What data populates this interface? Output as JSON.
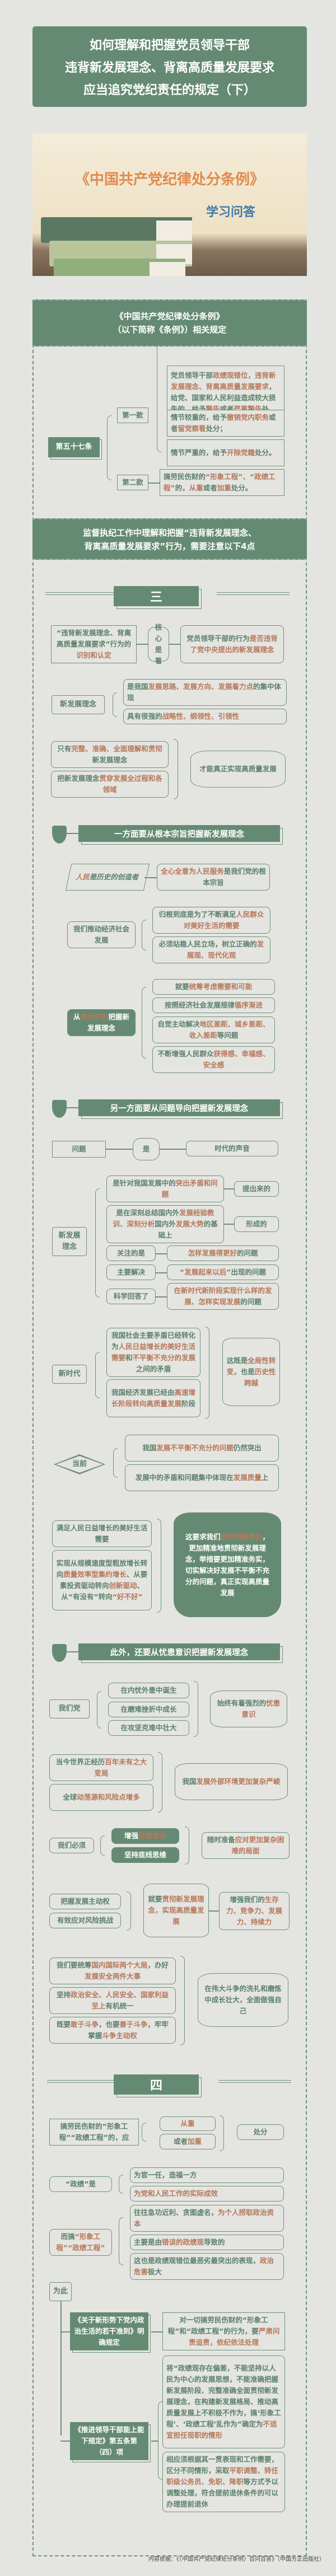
{
  "title": {
    "lines": [
      "如何理解和把握党员领导干部",
      "违背新发展理念、背离高质量发展要求",
      "应当追究党纪责任的规定（下）"
    ]
  },
  "hero": {
    "book_title": "《中国共产党纪律处分条例》",
    "subtitle": "学习问答"
  },
  "section1": {
    "header_line1": "《中国共产党纪律处分条例》",
    "header_line2": "（以下简称《条例》）相关规定",
    "article": "第五十七条",
    "clause1_label": "第一款",
    "clause2_label": "第二款",
    "clause1_items": [
      {
        "parts": [
          [
            "g",
            "党员领导干部"
          ],
          [
            "o",
            "政绩观错位，违背新发展理念、背离高质量发展要求"
          ],
          [
            "g",
            "，给党、国家和人民利益造成较大损失的，给予"
          ],
          [
            "o",
            "警告"
          ],
          [
            "g",
            "或者"
          ],
          [
            "o",
            "严重警告"
          ],
          [
            "g",
            "处分；"
          ]
        ]
      },
      {
        "parts": [
          [
            "g",
            "情节较重的，给予"
          ],
          [
            "o",
            "撤销党内职务"
          ],
          [
            "g",
            "或者"
          ],
          [
            "o",
            "留党察看"
          ],
          [
            "g",
            "处分；"
          ]
        ]
      },
      {
        "parts": [
          [
            "g",
            "情节严重的，给予"
          ],
          [
            "o",
            "开除党籍"
          ],
          [
            "g",
            "处分。"
          ]
        ]
      }
    ],
    "clause2_item": {
      "parts": [
        [
          "g",
          "搞劳民伤财的"
        ],
        [
          "o",
          "“形象工程”、“政绩工程”"
        ],
        [
          "g",
          "的，"
        ],
        [
          "o",
          "从重"
        ],
        [
          "g",
          "或者"
        ],
        [
          "o",
          "加重"
        ],
        [
          "g",
          "处分。"
        ]
      ]
    }
  },
  "section2": {
    "header_line1": "监督执纪工作中理解和把握“违背新发展理念、",
    "header_line2": "背离高质量发展要求”行为，需要注意以下4点",
    "part3": {
      "number": "三",
      "identify_box": {
        "parts": [
          [
            "g",
            "“违背新发展理念、背离高质量发展要求”行为的"
          ],
          [
            "o",
            "识别和认定"
          ]
        ]
      },
      "core_label": "核心是看",
      "core_result": {
        "parts": [
          [
            "g",
            "党员领导干部的行为"
          ],
          [
            "o",
            "是否违背了党中央提出的新发展理念"
          ]
        ]
      },
      "concept_label": "新发展理念",
      "concept_items": [
        {
          "parts": [
            [
              "g",
              "是我国"
            ],
            [
              "o",
              "发展思路、发展方向、发展着力点"
            ],
            [
              "g",
              "的集中体现"
            ]
          ]
        },
        {
          "parts": [
            [
              "g",
              "具有很强的"
            ],
            [
              "o",
              "战略性、纲领性、引领性"
            ]
          ]
        }
      ],
      "condition_items": [
        {
          "parts": [
            [
              "g",
              "只有"
            ],
            [
              "o",
              "完整、准确、全面理解和贯彻"
            ],
            [
              "g",
              "新发展理念"
            ]
          ]
        },
        {
          "parts": [
            [
              "g",
              "把新发展理念"
            ],
            [
              "o",
              "贯穿发展全过程和各领域"
            ]
          ]
        }
      ],
      "condition_result": "才能真正实现高质量发展",
      "banner1": "一方面要从根本宗旨把握新发展理念",
      "people_box": {
        "parts": [
          [
            "o",
            "人民"
          ],
          [
            "g",
            "是历史的创造者"
          ]
        ]
      },
      "purpose_box": {
        "parts": [
          [
            "o",
            "全心全意为人民服务"
          ],
          [
            "g",
            "是我们党的根本宗旨"
          ]
        ]
      },
      "promote_label": "我们推动经济社会发展",
      "promote_items": [
        {
          "parts": [
            [
              "g",
              "归根到底是为了不断满足"
            ],
            [
              "o",
              "人民群众对美好生活的需要"
            ]
          ]
        },
        {
          "parts": [
            [
              "g",
              "必须站稳人民立场，树立正确的"
            ],
            [
              "o",
              "发展观、现代化观"
            ]
          ]
        }
      ],
      "root_label": {
        "parts": [
          [
            "w",
            "从"
          ],
          [
            "o",
            "根本宗旨"
          ],
          [
            "w",
            "把握新发展理念"
          ]
        ]
      },
      "root_items": [
        {
          "parts": [
            [
              "g",
              "就要"
            ],
            [
              "o",
              "统筹考虑需要和可能"
            ]
          ]
        },
        {
          "parts": [
            [
              "g",
              "按照经济社会发展规律"
            ],
            [
              "o",
              "循序渐进"
            ]
          ]
        },
        {
          "parts": [
            [
              "g",
              "自觉主动解决"
            ],
            [
              "o",
              "地区差距、城乡差距、收入差距"
            ],
            [
              "g",
              "等问题"
            ]
          ]
        },
        {
          "parts": [
            [
              "g",
              "不断增强人民群众"
            ],
            [
              "o",
              "获得感、幸福感、安全感"
            ]
          ]
        }
      ],
      "banner2": "另一方面要从问题导向把握新发展理念",
      "problem_label": "问题",
      "problem_is": "是",
      "problem_result": "时代的声音",
      "concept2_label": "新发展理念",
      "concept2_rows": [
        {
          "left": {
            "parts": [
              [
                "g",
                "是针对我国发展中的"
              ],
              [
                "o",
                "突出矛盾和问题"
              ]
            ]
          },
          "right": "提出来的"
        },
        {
          "left": {
            "parts": [
              [
                "g",
                "是在深刻总结国内外"
              ],
              [
                "o",
                "发展经验教训、深刻分析"
              ],
              [
                "g",
                "国内外"
              ],
              [
                "o",
                "发展大势"
              ],
              [
                "g",
                "的基础上"
              ]
            ]
          },
          "right": "形成的"
        },
        {
          "left_label": "关注的是",
          "right_parts": [
            [
              "o",
              "怎样发展得更好"
            ],
            [
              "g",
              "的问题"
            ]
          ]
        },
        {
          "left_label": "主要解决",
          "right_parts": [
            [
              "o",
              "“发展起来以后”"
            ],
            [
              "g",
              "出现的问题"
            ]
          ]
        },
        {
          "left_label": "科学回答了",
          "right_parts": [
            [
              "o",
              "在新时代新阶段实现什么样的发展、怎样实现发展"
            ],
            [
              "g",
              "的问题"
            ]
          ]
        }
      ],
      "era_label": "新时代",
      "era_items": [
        {
          "parts": [
            [
              "g",
              "我国社会主要矛盾已经转化为"
            ],
            [
              "o",
              "人民日益增长的美好生活需要"
            ],
            [
              "g",
              "和"
            ],
            [
              "o",
              "不平衡不充分的发展"
            ],
            [
              "g",
              "之间的矛盾"
            ]
          ]
        },
        {
          "parts": [
            [
              "g",
              "我国经济发展已经由"
            ],
            [
              "o",
              "高速增长阶段转向高质量发展"
            ],
            [
              "g",
              "阶段"
            ]
          ]
        }
      ],
      "era_result": {
        "parts": [
          [
            "g",
            "这既是"
          ],
          [
            "o",
            "全局性转变"
          ],
          [
            "g",
            "，也是"
          ],
          [
            "o",
            "历史性跨越"
          ]
        ]
      },
      "current_label": "当前",
      "current_items": [
        {
          "parts": [
            [
              "g",
              "我国"
            ],
            [
              "o",
              "发展不平衡不充分的问题"
            ],
            [
              "g",
              "仍然突出"
            ]
          ]
        },
        {
          "parts": [
            [
              "g",
              "发展中的矛盾和问题集中体现在"
            ],
            [
              "o",
              "发展质量"
            ],
            [
              "g",
              "上"
            ]
          ]
        }
      ],
      "need_items": [
        {
          "parts": [
            [
              "g",
              "满足人民日益增长的美好生活需要"
            ]
          ]
        },
        {
          "parts": [
            [
              "g",
              "实现从规模速度型粗放增长转向"
            ],
            [
              "o",
              "质量效率型集约增长"
            ],
            [
              "g",
              "、从要素投资驱动转向"
            ],
            [
              "o",
              "创新驱动"
            ],
            [
              "g",
              "、从“有没有”转向"
            ],
            [
              "o",
              "“好不好”"
            ]
          ]
        }
      ],
      "need_result": {
        "parts": [
          [
            "w",
            "这要求我们"
          ],
          [
            "o",
            "坚持问题导向"
          ],
          [
            "w",
            "，更加精准地贯彻新发展理念，举措要更加精准务实，切实解决好发展不平衡不充分的问题，真正实现高质量发展"
          ]
        ]
      },
      "banner3": "此外，还要从忧患意识把握新发展理念",
      "party_label": "我们党",
      "party_items": [
        "在内忧外患中诞生",
        "在磨难挫折中成长",
        "在攻坚克难中壮大"
      ],
      "party_result": {
        "parts": [
          [
            "g",
            "始终有着强烈的"
          ],
          [
            "o",
            "忧患意识"
          ]
        ]
      },
      "world_items": [
        {
          "parts": [
            [
              "g",
              "当今世界正经历"
            ],
            [
              "o",
              "百年未有之大变局"
            ]
          ]
        },
        {
          "parts": [
            [
              "g",
              "全球"
            ],
            [
              "o",
              "动荡源和风险点增多"
            ]
          ]
        }
      ],
      "world_result": {
        "parts": [
          [
            "g",
            "我国"
          ],
          [
            "o",
            "发展外部环境更加复杂严峻"
          ]
        ]
      },
      "must_label": "我们必须",
      "must_items": [
        {
          "parts": [
            [
              "w",
              "增强"
            ],
            [
              "o",
              "忧患意识"
            ]
          ]
        },
        {
          "parts": [
            [
              "w",
              "坚持底线思维"
            ]
          ]
        }
      ],
      "must_result": {
        "parts": [
          [
            "g",
            "随时准备"
          ],
          [
            "o",
            "应对更加复杂困难的局面"
          ]
        ]
      },
      "grasp_items": [
        "把握发展主动权",
        "有效应对风险挑战"
      ],
      "grasp_mid": {
        "parts": [
          [
            "g",
            "就要"
          ],
          [
            "o",
            "贯彻新发展理念，实现高质量发展"
          ]
        ]
      },
      "grasp_result": {
        "parts": [
          [
            "g",
            "增强我们的"
          ],
          [
            "o",
            "生存力、竞争力、发展力、持续力"
          ]
        ]
      },
      "overall_items": [
        {
          "parts": [
            [
              "g",
              "我们要统筹"
            ],
            [
              "o",
              "国内国际两个大局"
            ],
            [
              "g",
              "，办好"
            ],
            [
              "o",
              "发展安全两件大事"
            ]
          ]
        },
        {
          "parts": [
            [
              "g",
              "坚持"
            ],
            [
              "o",
              "政治安全、人民安全、国家利益至上"
            ],
            [
              "g",
              "有机统一"
            ]
          ]
        },
        {
          "parts": [
            [
              "g",
              "既要"
            ],
            [
              "o",
              "敢于斗争"
            ],
            [
              "g",
              "，也要"
            ],
            [
              "o",
              "善于斗争"
            ],
            [
              "g",
              "，牢牢掌握"
            ],
            [
              "o",
              "斗争主动权"
            ]
          ]
        }
      ],
      "overall_result": "在伟大斗争的洗礼和磨炼中成长壮大，全面做强自己"
    },
    "part4": {
      "number": "四",
      "project_box": "搞劳民伤财的“形象工程”“政绩工程”的，应",
      "project_opts": [
        {
          "parts": [
            [
              "o",
              "从重"
            ]
          ]
        },
        {
          "parts": [
            [
              "g",
              "或者"
            ],
            [
              "o",
              "加重"
            ]
          ]
        }
      ],
      "project_result": "处分",
      "merit_label": "“政绩”是",
      "merit_items": [
        {
          "parts": [
            [
              "g",
              "为官一任，造福一方"
            ]
          ]
        },
        {
          "parts": [
            [
              "o",
              "为党和人民工作的实际成效"
            ]
          ]
        }
      ],
      "vanity_label": {
        "parts": [
          [
            "g",
            "而搞"
          ],
          [
            "o",
            "“形象工程”“政绩工程”"
          ]
        ]
      },
      "vanity_items": [
        {
          "parts": [
            [
              "g",
              "往往急功近利、贪图虚名，"
            ],
            [
              "o",
              "为个人捞取政治资本"
            ]
          ]
        },
        {
          "parts": [
            [
              "g",
              "主要是由"
            ],
            [
              "o",
              "错误的政绩观"
            ],
            [
              "g",
              "导致的"
            ]
          ]
        },
        {
          "parts": [
            [
              "g",
              "这也是政绩观错位最恶劣最突出的表现，"
            ],
            [
              "o",
              "政治危害"
            ],
            [
              "g",
              "极大"
            ]
          ]
        }
      ],
      "therefore_label": "为此",
      "rule1_label": "《关于新形势下党内政治生活的若干准则》明确规定",
      "rule1_text": {
        "parts": [
          [
            "g",
            "对一切搞劳民伤财的“形象工程”和“政绩工程”的行为，要"
          ],
          [
            "o",
            "严肃问责追责，依纪依法处理"
          ]
        ]
      },
      "rule2_label": "《推进领导干部能上能下规定》第五条第（四）项",
      "rule2_items": [
        {
          "parts": [
            [
              "g",
              "将“政绩观存在偏差，不能坚持以人民为中心的发展思想，不能准确把握新发展阶段、完整准确全面贯彻新发展理念，在构建新发展格局、推动高质量发展上不积极不作为，搞‘形象工程’、‘政绩工程’乱作为”确定为"
            ],
            [
              "o",
              "不适宜担任现职的情形"
            ]
          ]
        },
        {
          "parts": [
            [
              "g",
              "相应须根据其一贯表现和工作需要，区分不同情形，采取"
            ],
            [
              "o",
              "平职调整、转任职级公务员、免职、降职"
            ],
            [
              "g",
              "等方式予以调整处理，符合提前退休条件的可以办理提前退休"
            ]
          ]
        }
      ]
    }
  },
  "footer": "内容依据：《〈中国共产党纪律处分条例〉百问百答》（中国方正出版社）",
  "colors": {
    "green": "#658a73",
    "orange": "#b7775a",
    "background": "#e4e5e1",
    "hero_title": "#e08a4e",
    "hero_subtitle": "#3f79a8"
  }
}
